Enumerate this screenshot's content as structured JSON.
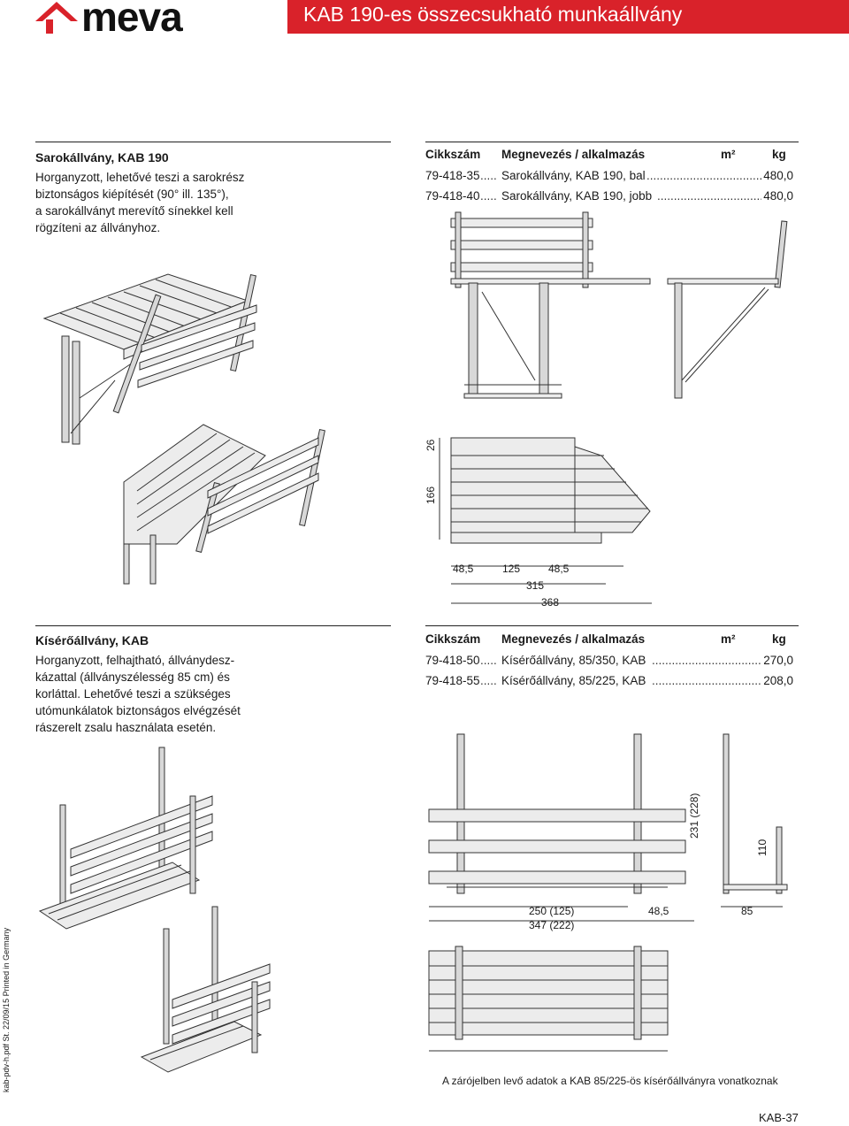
{
  "header": {
    "logo_text": "meva",
    "title": "KAB 190-es összecsukható munkaállvány",
    "brand_color": "#d9222a"
  },
  "section1": {
    "title": "Sarokállvány, KAB 190",
    "desc": [
      "Horganyzott, lehetővé teszi a sarokrész",
      "biztonságos kiépítését (90° ill. 135°),",
      "a sarokállványt merevítő sínekkel kell",
      "rögzíteni az állványhoz."
    ],
    "table": {
      "headers": {
        "code": "Cikkszám",
        "name": "Megnevezés / alkalmazás",
        "m2": "m²",
        "kg": "kg"
      },
      "rows": [
        {
          "code": "79-418-35",
          "name": "Sarokállvány, KAB 190, bal",
          "kg": "480,0"
        },
        {
          "code": "79-418-40",
          "name": "Sarokállvány, KAB 190, jobb",
          "kg": "480,0"
        }
      ]
    },
    "dims": {
      "d26": "26",
      "d166": "166",
      "d48a": "48,5",
      "d125": "125",
      "d48b": "48,5",
      "d315": "315",
      "d368": "368"
    }
  },
  "section2": {
    "title": "Kísérőállvány, KAB",
    "desc": [
      "Horganyzott, felhajtható, állványdesz-",
      "kázattal (állványszélesség 85 cm) és",
      "korláttal. Lehetővé teszi a szükséges",
      "utómunkálatok biztonságos elvégzését",
      "rászerelt zsalu használata esetén."
    ],
    "table": {
      "headers": {
        "code": "Cikkszám",
        "name": "Megnevezés / alkalmazás",
        "m2": "m²",
        "kg": "kg"
      },
      "rows": [
        {
          "code": "79-418-50",
          "name": "Kísérőállvány, 85/350, KAB",
          "kg": "270,0"
        },
        {
          "code": "79-418-55",
          "name": "Kísérőállvány, 85/225, KAB",
          "kg": "208,0"
        }
      ]
    },
    "dims": {
      "d231": "231 (228)",
      "d110": "110",
      "d250": "250 (125)",
      "d48": "48,5",
      "d85": "85",
      "d347": "347 (222)"
    },
    "note": "A zárójelben levő adatok a KAB 85/225-ös kísérőállványra vonatkoznak"
  },
  "footer": {
    "side_text": "kab-pdv-h.pdf St. 22/09/15 Printed in Germany",
    "page_number": "KAB-37"
  }
}
